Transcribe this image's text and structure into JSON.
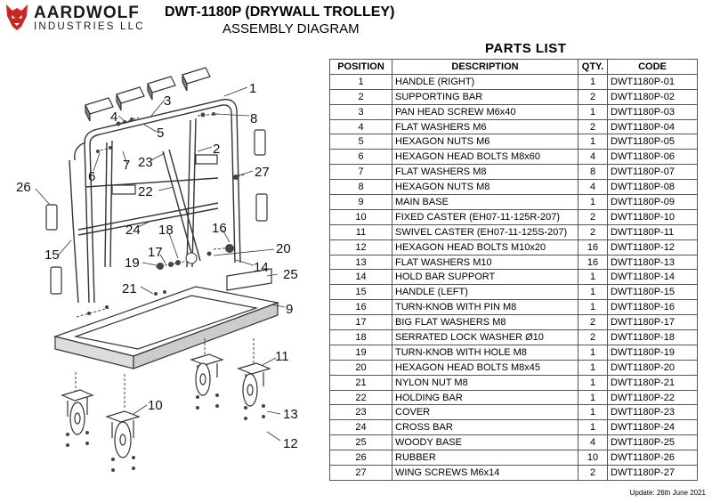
{
  "brand": {
    "name": "AARDWOLF",
    "tagline": "INDUSTRIES LLC",
    "logo_color": "#c62828"
  },
  "header": {
    "title": "DWT-1180P (DRYWALL TROLLEY)",
    "subtitle": "ASSEMBLY DIAGRAM"
  },
  "parts_list": {
    "heading": "PARTS LIST",
    "columns": [
      "POSITION",
      "DESCRIPTION",
      "QTY.",
      "CODE"
    ],
    "rows": [
      {
        "position": "1",
        "description": "HANDLE (RIGHT)",
        "qty": "1",
        "code": "DWT1180P-01"
      },
      {
        "position": "2",
        "description": "SUPPORTING BAR",
        "qty": "2",
        "code": "DWT1180P-02"
      },
      {
        "position": "3",
        "description": "PAN HEAD SCREW M6x40",
        "qty": "1",
        "code": "DWT1180P-03"
      },
      {
        "position": "4",
        "description": "FLAT WASHERS M6",
        "qty": "2",
        "code": "DWT1180P-04"
      },
      {
        "position": "5",
        "description": "HEXAGON NUTS M6",
        "qty": "1",
        "code": "DWT1180P-05"
      },
      {
        "position": "6",
        "description": "HEXAGON HEAD BOLTS M8x60",
        "qty": "4",
        "code": "DWT1180P-06"
      },
      {
        "position": "7",
        "description": "FLAT WASHERS M8",
        "qty": "8",
        "code": "DWT1180P-07"
      },
      {
        "position": "8",
        "description": "HEXAGON NUTS M8",
        "qty": "4",
        "code": "DWT1180P-08"
      },
      {
        "position": "9",
        "description": "MAIN BASE",
        "qty": "1",
        "code": "DWT1180P-09"
      },
      {
        "position": "10",
        "description": "FIXED CASTER (EH07-11-125R-207)",
        "qty": "2",
        "code": "DWT1180P-10"
      },
      {
        "position": "11",
        "description": "SWIVEL CASTER (EH07-11-125S-207)",
        "qty": "2",
        "code": "DWT1180P-11"
      },
      {
        "position": "12",
        "description": "HEXAGON HEAD BOLTS M10x20",
        "qty": "16",
        "code": "DWT1180P-12"
      },
      {
        "position": "13",
        "description": "FLAT WASHERS M10",
        "qty": "16",
        "code": "DWT1180P-13"
      },
      {
        "position": "14",
        "description": "HOLD BAR SUPPORT",
        "qty": "1",
        "code": "DWT1180P-14"
      },
      {
        "position": "15",
        "description": "HANDLE (LEFT)",
        "qty": "1",
        "code": "DWT1180P-15"
      },
      {
        "position": "16",
        "description": "TURN-KNOB WITH PIN M8",
        "qty": "1",
        "code": "DWT1180P-16"
      },
      {
        "position": "17",
        "description": "BIG FLAT WASHERS M8",
        "qty": "2",
        "code": "DWT1180P-17"
      },
      {
        "position": "18",
        "description": "SERRATED LOCK WASHER Ø10",
        "qty": "2",
        "code": "DWT1180P-18"
      },
      {
        "position": "19",
        "description": "TURN-KNOB WITH HOLE M8",
        "qty": "1",
        "code": "DWT1180P-19"
      },
      {
        "position": "20",
        "description": "HEXAGON HEAD BOLTS M8x45",
        "qty": "1",
        "code": "DWT1180P-20"
      },
      {
        "position": "21",
        "description": "NYLON NUT M8",
        "qty": "1",
        "code": "DWT1180P-21"
      },
      {
        "position": "22",
        "description": "HOLDING BAR",
        "qty": "1",
        "code": "DWT1180P-22"
      },
      {
        "position": "23",
        "description": "COVER",
        "qty": "1",
        "code": "DWT1180P-23"
      },
      {
        "position": "24",
        "description": "CROSS BAR",
        "qty": "1",
        "code": "DWT1180P-24"
      },
      {
        "position": "25",
        "description": "WOODY BASE",
        "qty": "4",
        "code": "DWT1180P-25"
      },
      {
        "position": "26",
        "description": "RUBBER",
        "qty": "10",
        "code": "DWT1180P-26"
      },
      {
        "position": "27",
        "description": "WING SCREWS M6x14",
        "qty": "2",
        "code": "DWT1180P-27"
      }
    ]
  },
  "diagram": {
    "callouts": [
      "1",
      "2",
      "3",
      "4",
      "5",
      "6",
      "7",
      "8",
      "9",
      "10",
      "11",
      "12",
      "13",
      "14",
      "15",
      "16",
      "17",
      "18",
      "19",
      "20",
      "21",
      "22",
      "23",
      "24",
      "25",
      "26",
      "27"
    ]
  },
  "footer": {
    "update": "Update: 26th June 2021"
  }
}
